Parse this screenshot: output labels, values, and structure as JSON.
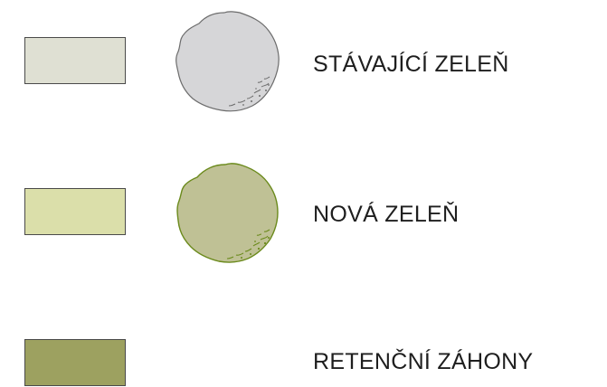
{
  "legend": {
    "items": [
      {
        "label": "STÁVAJÍCÍ ZELEŇ",
        "swatch_color": "#dfe0d3",
        "symbol": "existing-tree-icon",
        "symbol_fill": "#d6d6d8",
        "symbol_stroke": "#6c6c6c"
      },
      {
        "label": "NOVÁ ZELEŇ",
        "swatch_color": "#dbdfaa",
        "symbol": "new-tree-icon",
        "symbol_fill": "#bfc195",
        "symbol_stroke": "#6b8a1c"
      },
      {
        "label": "RETENČNÍ ZÁHONY",
        "swatch_color": "#9da160"
      }
    ]
  }
}
